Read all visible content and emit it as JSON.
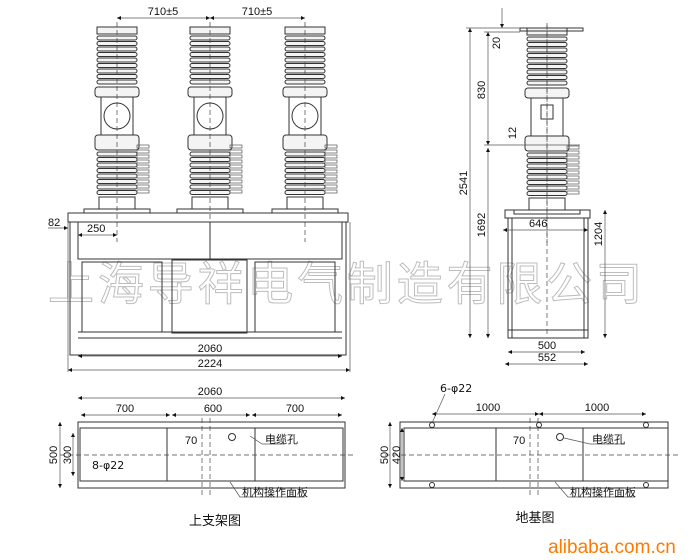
{
  "front_view": {
    "dim_phase_spacing_1": "710±5",
    "dim_phase_spacing_2": "710±5",
    "dim_82": "82",
    "dim_250": "250",
    "dim_2060": "2060",
    "dim_2224": "2224"
  },
  "side_view": {
    "dim_20": "20",
    "dim_830": "830",
    "dim_2541": "2541",
    "dim_12": "12",
    "dim_1692": "1692",
    "dim_646": "646",
    "dim_1204": "1204",
    "dim_500": "500",
    "dim_552": "552"
  },
  "upper_frame_plan": {
    "title": "上支架图",
    "dim_2060": "2060",
    "dim_700_left": "700",
    "dim_600": "600",
    "dim_700_right": "700",
    "dim_500": "500",
    "dim_300": "300",
    "dim_70": "70",
    "holes": "8-φ22",
    "cable_hole": "电缆孔",
    "panel": "机构操作面板"
  },
  "foundation_plan": {
    "title": "地基图",
    "holes": "6-φ22",
    "dim_1000_left": "1000",
    "dim_1000_right": "1000",
    "dim_500": "500",
    "dim_420": "420",
    "dim_70": "70",
    "cable_hole": "电缆孔",
    "panel": "机构操作面板"
  },
  "watermark": "上海导祥电气制造有限公司",
  "brand_watermark": "alibaba.com.cn",
  "colors": {
    "brand": "#ff7a00",
    "line": "#333333",
    "watermark": "#bdbdbd"
  }
}
